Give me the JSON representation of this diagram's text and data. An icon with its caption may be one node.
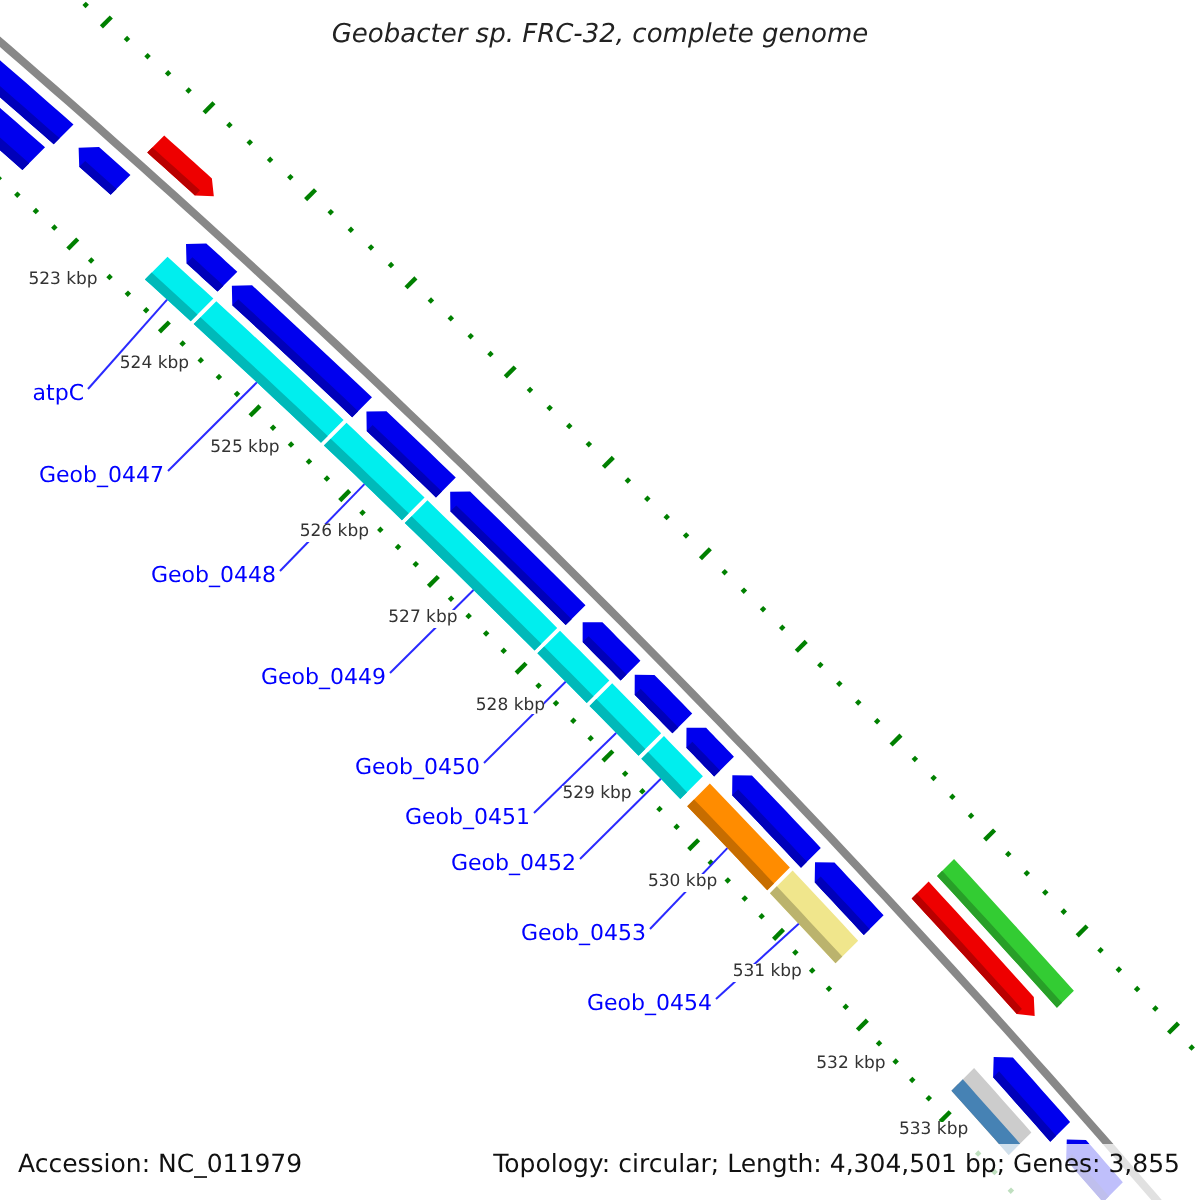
{
  "diagram": {
    "title": "Geobacter sp. FRC-32, complete genome",
    "nodes": [
      {
        "text": [
          "atpC"
        ]
      },
      {
        "text": [
          "Geob_0447"
        ]
      },
      {
        "text": [
          "Geob_0448"
        ]
      },
      {
        "text": [
          "Geob_0449"
        ]
      },
      {
        "text": [
          "Geob_0450"
        ]
      },
      {
        "text": [
          "Geob_0451"
        ]
      },
      {
        "text": [
          "Geob_0452"
        ]
      },
      {
        "text": [
          "Geob_0453"
        ]
      },
      {
        "text": [
          "Geob_0454"
        ]
      },
      {
        "text": [],
        "shape": "bar"
      },
      {
        "text": [],
        "shape": "bar"
      },
      {
        "text": [],
        "shape": "bar"
      },
      {
        "text": [],
        "shape": "bar"
      },
      {
        "text": [],
        "shape": "bar"
      },
      {
        "text": [],
        "shape": "bar"
      },
      {
        "text": [],
        "shape": "bar"
      },
      {
        "text": [],
        "shape": "bar"
      },
      {
        "text": [],
        "shape": "bar"
      }
    ],
    "edges": [
      {
        "from": 0,
        "to": 9,
        "arrow": "none"
      },
      {
        "from": 1,
        "to": 10,
        "arrow": "none"
      },
      {
        "from": 2,
        "to": 11,
        "arrow": "none"
      },
      {
        "from": 3,
        "to": 12,
        "arrow": "none"
      },
      {
        "from": 4,
        "to": 13,
        "arrow": "none"
      },
      {
        "from": 5,
        "to": 14,
        "arrow": "none"
      },
      {
        "from": 6,
        "to": 15,
        "arrow": "none"
      },
      {
        "from": 7,
        "to": 16,
        "arrow": "none"
      },
      {
        "from": 8,
        "to": 17,
        "arrow": "none"
      }
    ],
    "labels": [
      "523 kbp",
      "524 kbp",
      "525 kbp",
      "526 kbp",
      "527 kbp",
      "528 kbp",
      "529 kbp",
      "530 kbp",
      "531 kbp",
      "532 kbp",
      "533 kbp",
      "Accession: NC_011979",
      "Topology: circular; Length: 4,304,501 bp; Genes: 3,855"
    ]
  }
}
